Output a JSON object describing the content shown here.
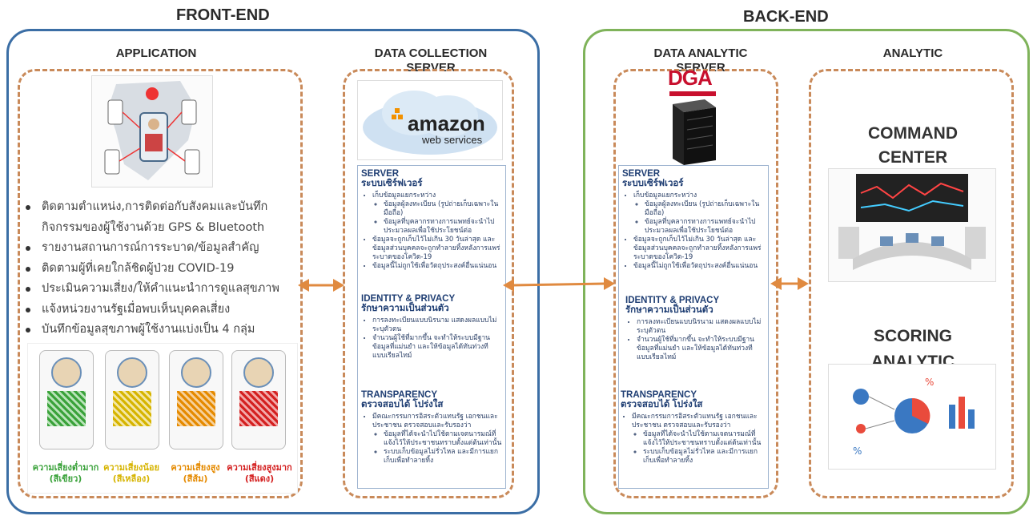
{
  "headers": {
    "front_end": "FRONT-END",
    "back_end": "BACK-END"
  },
  "sections": {
    "application": "APPLICATION",
    "data_collection": "DATA COLLECTION\nSERVER",
    "data_analytic": "DATA ANALYTIC\nSERVER",
    "analytic": "ANALYTIC"
  },
  "application": {
    "bullets": [
      "ติดตามตำแหน่ง,การติดต่อกับสังคมและบันทึก",
      "กิจกรรมของผู้ใช้งานด้วย GPS & Bluetooth",
      "รายงานสถานการณ์การระบาด/ข้อมูลสำคัญ",
      "ติดตามผู้ที่เคยใกล้ชิดผู้ป่วย COVID-19",
      "ประเมินความเสี่ยง/ให้คำแนะนำการดูแลสุขภาพ",
      "แจ้งหน่วยงานรัฐเมื่อพบเห็นบุคคลเสี่ยง",
      "บันทึกข้อมูลสุขภาพผู้ใช้งานแบ่งเป็น  4 กลุ่ม"
    ],
    "risk_levels": [
      {
        "label": "ความเสี่ยงต่ำมาก\n(สีเขียว)",
        "color": "#3aa23a"
      },
      {
        "label": "ความเสี่ยงน้อย\n(สีเหลือง)",
        "color": "#d6b400"
      },
      {
        "label": "ความเสี่ยงสูง\n(สีส้ม)",
        "color": "#e58a00"
      },
      {
        "label": "ความเสี่ยงสูงมาก\n(สีแดง)",
        "color": "#d42020"
      }
    ]
  },
  "logos": {
    "amazon_main": "amazon",
    "amazon_sub": "web services",
    "dga": "DGA"
  },
  "info_card": {
    "server_title": "SERVER\nระบบเซิร์ฟเวอร์",
    "server_items": {
      "i1": "เก็บข้อมูลแยกระหว่าง",
      "i1a": "ข้อมูลผู้ลงทะเบียน (รูปถ่ายเก็บเฉพาะในมือถือ)",
      "i1b": "ข้อมูลที่บุคลากรทางการแพทย์จะนำไปประมวลผลเพื่อใช้ประโยชน์ต่อ",
      "i2": "ข้อมูลจะถูกเก็บไว้ไม่เกิน 30 วันล่าสุด และข้อมูลส่วนบุคคลจะถูกทำลายทิ้งหลังการแพร่ระบาดของโควิด-19",
      "i3": "ข้อมูลนี้ไม่ถูกใช้เพื่อวัตถุประสงค์อื่นแน่นอน"
    },
    "identity_title": "IDENTITY & PRIVACY\nรักษาความเป็นส่วนตัว",
    "identity_items": {
      "i1": "การลงทะเบียนแบบนิรนาม แสดงผลแบบไม่ระบุตัวตน",
      "i2": "จำนวนผู้ใช้ที่มากขึ้น จะทำให้ระบบมีฐานข้อมูลที่แม่นยำ และให้ข้อมูลได้ทันท่วงที แบบเรียลไทม์"
    },
    "transparency_title": "TRANSPARENCY\nตรวจสอบได้ โปร่งใส",
    "transparency_items": {
      "i1": "มีคณะกรรมการอิสระตัวแทนรัฐ เอกชนและประชาชน ตรวจสอบและรับรองว่า",
      "i1a": "ข้อมูลที่ได้จะนำไปใช้ตามเจตนารมณ์ที่แจ้งไว้ให้ประชาชนทราบตั้งแต่ต้นเท่านั้น",
      "i1b": "ระบบเก็บข้อมูลไม่รั่วไหล และมีการแยกเก็บเพื่อทำลายทิ้ง"
    }
  },
  "analytic": {
    "command_center": "COMMAND\nCENTER",
    "scoring": "SCORING\nANALYTIC"
  },
  "colors": {
    "front_end_border": "#3b6ea5",
    "back_end_border": "#7fb35a",
    "dashed": "#c98a5a",
    "arrow": "#e08a40"
  }
}
